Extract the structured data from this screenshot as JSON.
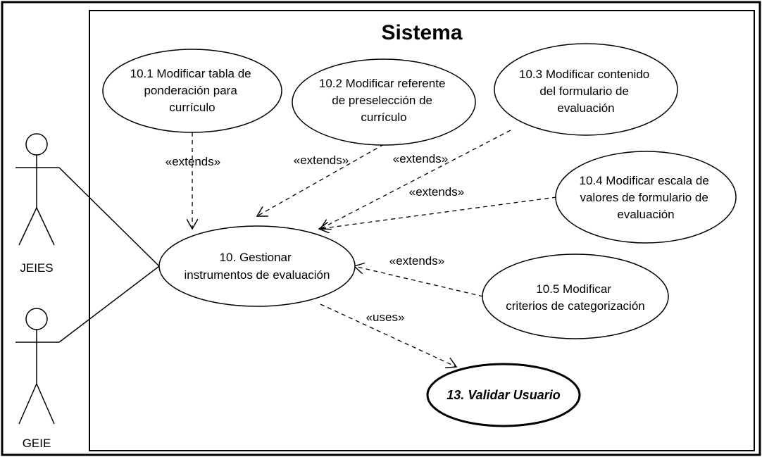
{
  "system": {
    "title": "Sistema"
  },
  "actors": [
    {
      "id": "jeies",
      "label": "JEIES"
    },
    {
      "id": "geie",
      "label": "GEIE"
    }
  ],
  "use_cases": {
    "uc10": {
      "lines": [
        "10. Gestionar",
        "instrumentos de evaluación"
      ]
    },
    "uc10_1": {
      "lines": [
        "10.1 Modificar tabla de",
        "ponderación para",
        "currículo"
      ]
    },
    "uc10_2": {
      "lines": [
        "10.2 Modificar referente",
        "de preselección de",
        "currículo"
      ]
    },
    "uc10_3": {
      "lines": [
        "10.3 Modificar contenido",
        "del formulario de",
        "evaluación"
      ]
    },
    "uc10_4": {
      "lines": [
        "10.4 Modificar escala de",
        "valores de formulario de",
        "evaluación"
      ]
    },
    "uc10_5": {
      "lines": [
        "10.5 Modificar",
        "criterios de categorización"
      ]
    },
    "uc13": {
      "lines": [
        "13. Validar Usuario"
      ]
    }
  },
  "relations": {
    "r1": "«extends»",
    "r2": "«extends»",
    "r3": "«extends»",
    "r4": "«extends»",
    "r5": "«extends»",
    "r6": "«uses»"
  }
}
